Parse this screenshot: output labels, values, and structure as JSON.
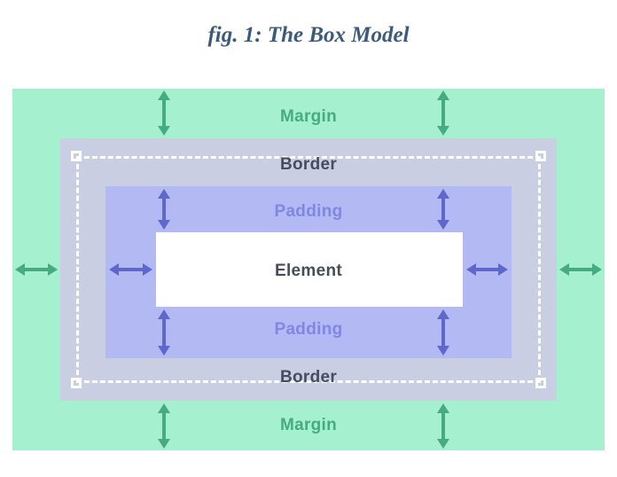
{
  "title": "fig. 1: The Box Model",
  "diagram": {
    "labels": {
      "margin_top": "Margin",
      "border_top": "Border",
      "padding_top": "Padding",
      "element": "Element",
      "padding_bottom": "Padding",
      "border_bottom": "Border",
      "margin_bottom": "Margin"
    }
  },
  "icons": {
    "span_arrow": "double-headed-arrow",
    "selection_handle": "square-handle"
  },
  "colors": {
    "title_text": "#3c5a7a",
    "margin_bg": "#a5f0ce",
    "border_bg": "#c9cee3",
    "padding_bg": "#b3baf3",
    "element_bg": "#ffffff",
    "margin_accent": "#47ab81",
    "border_label": "#454d5c",
    "padding_label": "#8086e2",
    "padding_accent": "#5f66cc",
    "selection_outline": "#ffffff"
  }
}
